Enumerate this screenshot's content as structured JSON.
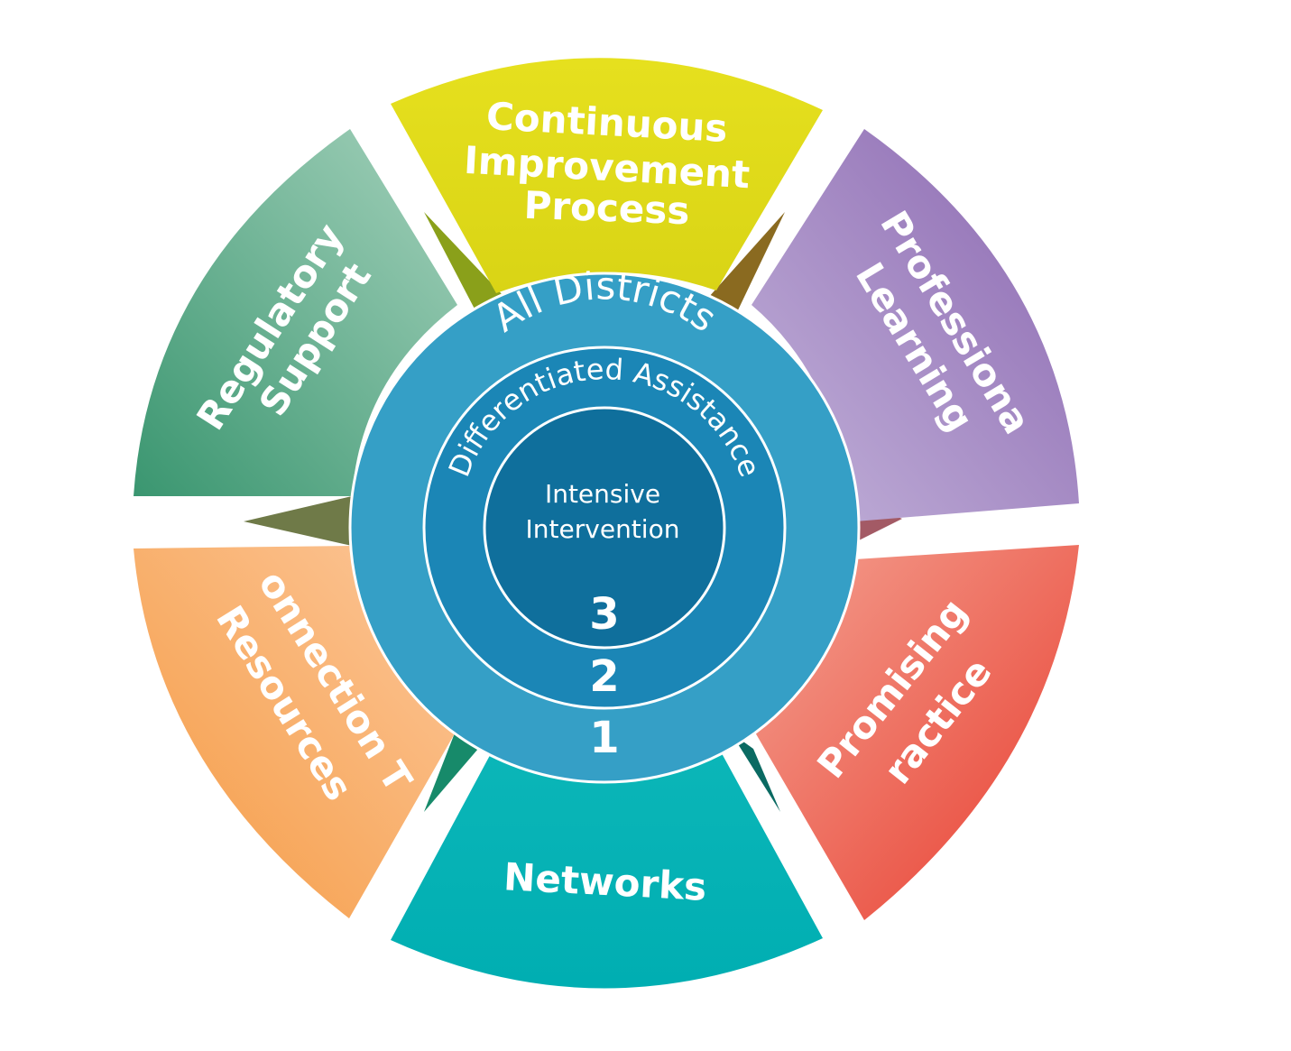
{
  "segments": {
    "top": {
      "label_lines": [
        "Continuous",
        "Improvement",
        "Process"
      ],
      "color": "#e2dd1c"
    },
    "upper_right": {
      "label_lines": [
        "Professional",
        "Learning"
      ],
      "color": "#9271b5"
    },
    "lower_right": {
      "label_lines": [
        "Promising",
        "Practices"
      ],
      "color": "#ea4e3c"
    },
    "bottom": {
      "label_lines": [
        "Networks"
      ],
      "color": "#00b1b4"
    },
    "lower_left": {
      "label_lines": [
        "Connection To",
        "Resources"
      ],
      "color": "#f6a24f"
    },
    "upper_left": {
      "label_lines": [
        "Regulatory",
        "Support"
      ],
      "color": "#4a9f7c"
    }
  },
  "tiers": {
    "outer": {
      "label": "All Districts",
      "number": "1",
      "color": "#359fc6"
    },
    "middle": {
      "label": "Differentiated Assistance",
      "number": "2",
      "color": "#1b86b6"
    },
    "inner": {
      "label_lines": [
        "Intensive",
        "Intervention"
      ],
      "number": "3",
      "color": "#0f6f9c"
    }
  }
}
